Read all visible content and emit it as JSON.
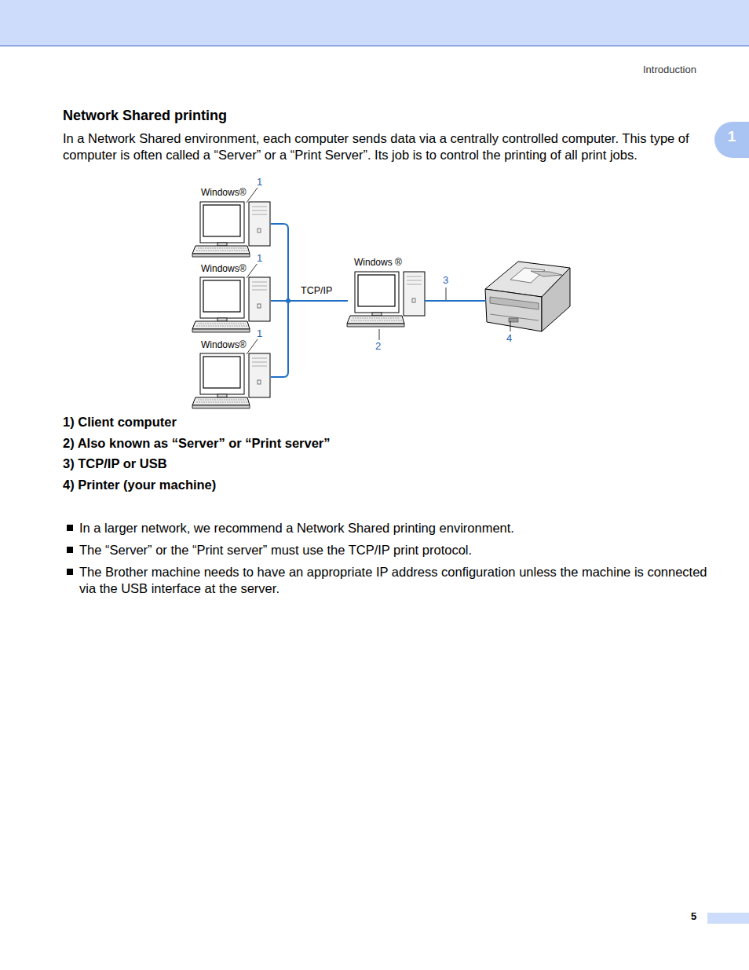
{
  "diagram": {
    "title": "Network Shared printing",
    "nodes": [
      {
        "text": [
          "Windows®",
          "1"
        ]
      },
      {
        "text": [
          "Windows®",
          "1"
        ]
      },
      {
        "text": [
          "Windows®",
          "1"
        ]
      },
      {
        "text": [
          "Windows ®",
          "2"
        ]
      },
      {
        "text": [
          "4"
        ]
      }
    ],
    "edges": [
      {
        "from": 0,
        "to": 3,
        "arrow": "none"
      },
      {
        "from": 1,
        "to": 3,
        "label": "TCP/IP",
        "arrow": "none"
      },
      {
        "from": 2,
        "to": 3,
        "arrow": "none"
      },
      {
        "from": 3,
        "to": 4,
        "arrow": "none"
      }
    ],
    "labels": [
      "Introduction",
      "1",
      "In a Network Shared environment, each computer sends data via a centrally controlled computer. This type of computer is often called a “Server” or a “Print Server”. Its job is to control the printing of all print jobs.",
      "3",
      "1) Client computer",
      "2) Also known as “Server” or “Print server”",
      "3) TCP/IP or USB",
      "4) Printer (your machine)",
      "In a larger network, we recommend a Network Shared printing environment.",
      "The “Server” or the “Print server” must use the TCP/IP print protocol.",
      "The Brother machine needs to have an appropriate IP address configuration unless the machine is connected via the USB interface at the server.",
      "5"
    ]
  }
}
